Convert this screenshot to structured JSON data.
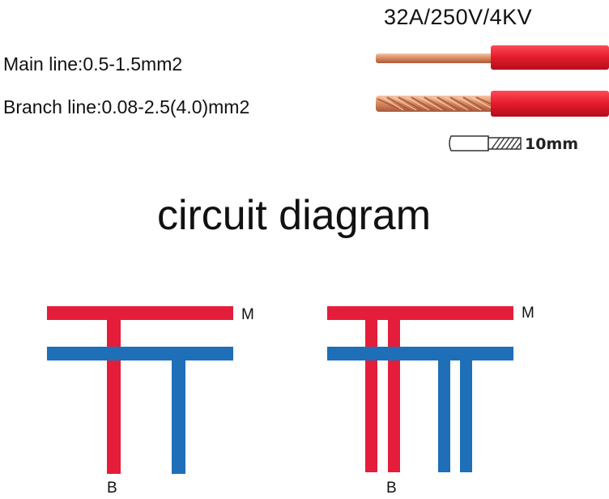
{
  "spec": "32A/250V/4KV",
  "main_line": "Main line:0.5-1.5mm2",
  "branch_line": "Branch line:0.08-2.5(4.0)mm2",
  "strip_length": "10mm",
  "title": "circuit diagram",
  "diagrams": [
    {
      "main_label": "M",
      "branch_label": "B"
    },
    {
      "main_label": "M",
      "branch_label": "B"
    }
  ],
  "colors": {
    "main_wire": "#e41e3a",
    "branch_wire": "#1e6fb8",
    "insulation": "#e31b2c",
    "copper": "#d9845a"
  }
}
